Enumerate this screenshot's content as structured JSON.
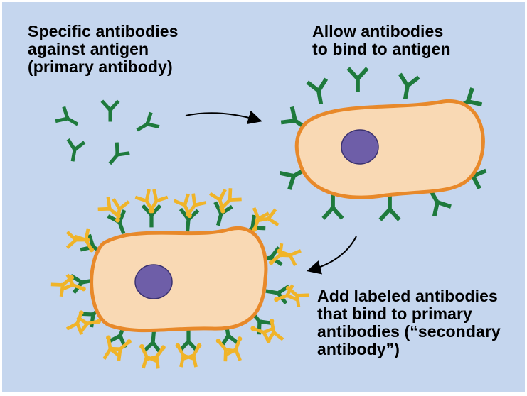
{
  "labels": {
    "primary": "Specific antibodies\nagainst antigen\n(primary antibody)",
    "bind": "Allow antibodies\nto bind to antigen",
    "secondary": "Add labeled antibodies\nthat bind to primary\nantibodies (“secondary\nantibody”)"
  },
  "colors": {
    "background": "#c5d6ee",
    "primary_antibody": "#1e7a3c",
    "secondary_antibody": "#f0b429",
    "cell_membrane": "#e8892a",
    "cytoplasm": "#f9d9b4",
    "nucleus": "#6e5ea8"
  }
}
